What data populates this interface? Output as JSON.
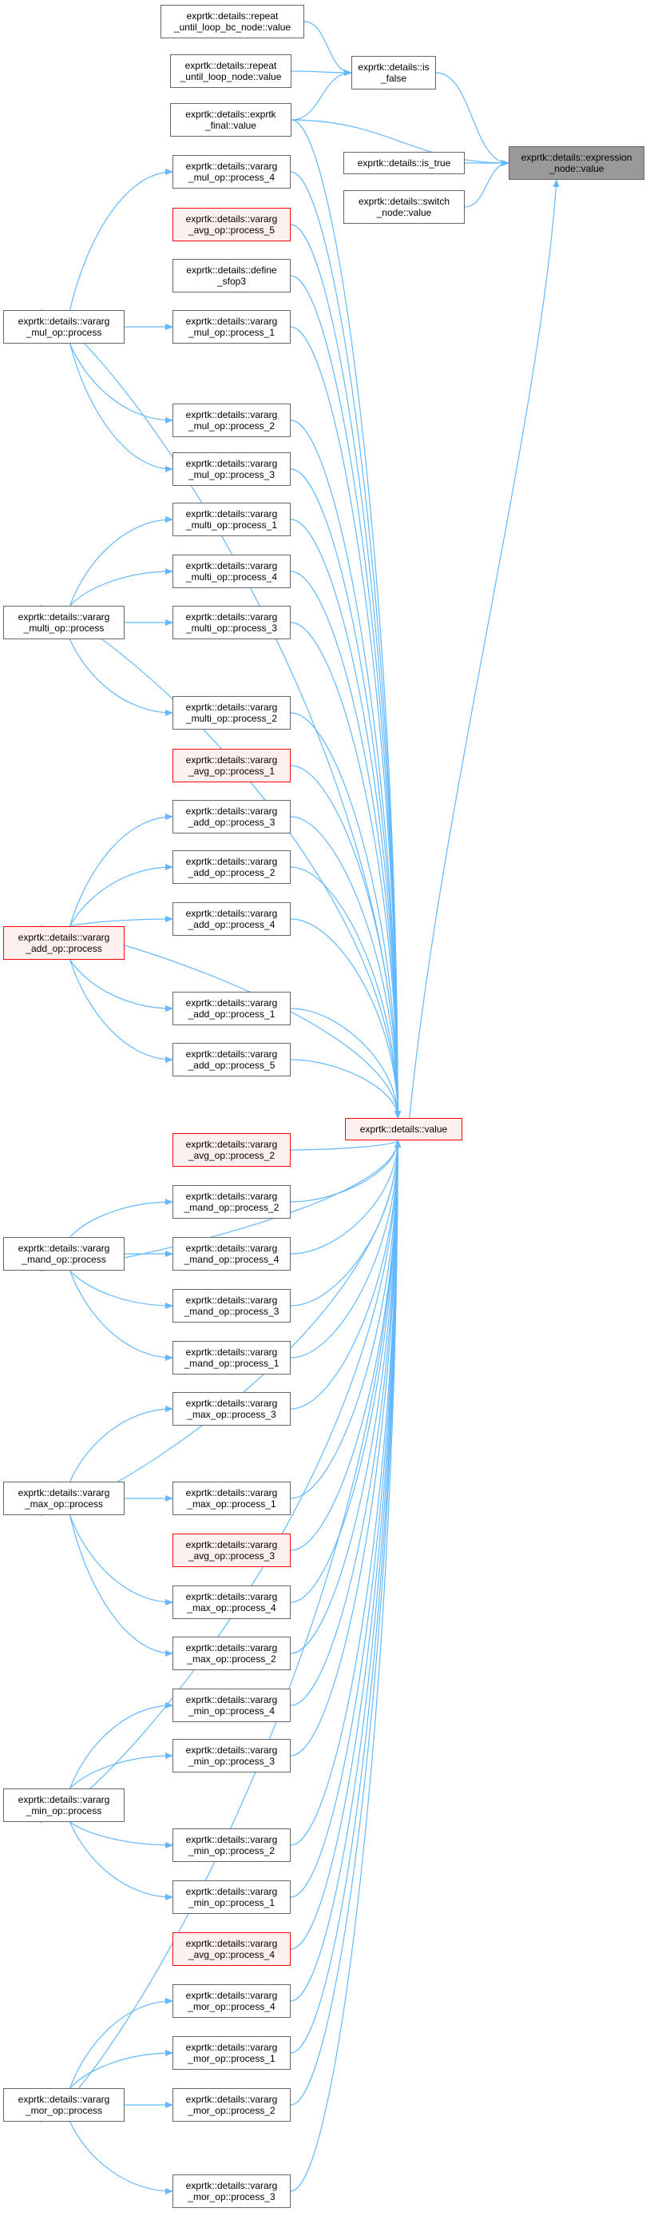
{
  "colors": {
    "edge": "#63b8ff",
    "node_border": "#666666",
    "red_border": "#ff0000",
    "red_fill": "#fff0f0",
    "root_fill": "#999999"
  },
  "nodes": {
    "root": {
      "l1": "exprtk::details::expression",
      "l2": "_node::value"
    },
    "is_false": {
      "l1": "exprtk::details::is",
      "l2": "_false"
    },
    "is_true": {
      "l1": "exprtk::details::is_true",
      "l2": ""
    },
    "switch_node": {
      "l1": "exprtk::details::switch",
      "l2": "_node::value"
    },
    "repeat_bc": {
      "l1": "exprtk::details::repeat",
      "l2": "_until_loop_bc_node::value"
    },
    "repeat_node": {
      "l1": "exprtk::details::repeat",
      "l2": "_until_loop_node::value"
    },
    "exprtk_final": {
      "l1": "exprtk::details::exprtk",
      "l2": "_final::value"
    },
    "value": {
      "l1": "exprtk::details::value",
      "l2": ""
    },
    "mul_p4": {
      "l1": "exprtk::details::vararg",
      "l2": "_mul_op::process_4"
    },
    "avg_p5": {
      "l1": "exprtk::details::vararg",
      "l2": "_avg_op::process_5"
    },
    "define_sfop3": {
      "l1": "exprtk::details::define",
      "l2": "_sfop3"
    },
    "mul_p1": {
      "l1": "exprtk::details::vararg",
      "l2": "_mul_op::process_1"
    },
    "mul_p2": {
      "l1": "exprtk::details::vararg",
      "l2": "_mul_op::process_2"
    },
    "mul_p3": {
      "l1": "exprtk::details::vararg",
      "l2": "_mul_op::process_3"
    },
    "mul_process": {
      "l1": "exprtk::details::vararg",
      "l2": "_mul_op::process"
    },
    "multi_p1": {
      "l1": "exprtk::details::vararg",
      "l2": "_multi_op::process_1"
    },
    "multi_p4": {
      "l1": "exprtk::details::vararg",
      "l2": "_multi_op::process_4"
    },
    "multi_p3": {
      "l1": "exprtk::details::vararg",
      "l2": "_multi_op::process_3"
    },
    "multi_p2": {
      "l1": "exprtk::details::vararg",
      "l2": "_multi_op::process_2"
    },
    "multi_process": {
      "l1": "exprtk::details::vararg",
      "l2": "_multi_op::process"
    },
    "avg_p1": {
      "l1": "exprtk::details::vararg",
      "l2": "_avg_op::process_1"
    },
    "add_p3": {
      "l1": "exprtk::details::vararg",
      "l2": "_add_op::process_3"
    },
    "add_p2": {
      "l1": "exprtk::details::vararg",
      "l2": "_add_op::process_2"
    },
    "add_p4": {
      "l1": "exprtk::details::vararg",
      "l2": "_add_op::process_4"
    },
    "add_p1": {
      "l1": "exprtk::details::vararg",
      "l2": "_add_op::process_1"
    },
    "add_p5": {
      "l1": "exprtk::details::vararg",
      "l2": "_add_op::process_5"
    },
    "add_process": {
      "l1": "exprtk::details::vararg",
      "l2": "_add_op::process"
    },
    "avg_p2": {
      "l1": "exprtk::details::vararg",
      "l2": "_avg_op::process_2"
    },
    "mand_p2": {
      "l1": "exprtk::details::vararg",
      "l2": "_mand_op::process_2"
    },
    "mand_p4": {
      "l1": "exprtk::details::vararg",
      "l2": "_mand_op::process_4"
    },
    "mand_p3": {
      "l1": "exprtk::details::vararg",
      "l2": "_mand_op::process_3"
    },
    "mand_p1": {
      "l1": "exprtk::details::vararg",
      "l2": "_mand_op::process_1"
    },
    "mand_process": {
      "l1": "exprtk::details::vararg",
      "l2": "_mand_op::process"
    },
    "max_p3": {
      "l1": "exprtk::details::vararg",
      "l2": "_max_op::process_3"
    },
    "max_p1": {
      "l1": "exprtk::details::vararg",
      "l2": "_max_op::process_1"
    },
    "avg_p3": {
      "l1": "exprtk::details::vararg",
      "l2": "_avg_op::process_3"
    },
    "max_p4": {
      "l1": "exprtk::details::vararg",
      "l2": "_max_op::process_4"
    },
    "max_p2": {
      "l1": "exprtk::details::vararg",
      "l2": "_max_op::process_2"
    },
    "max_process": {
      "l1": "exprtk::details::vararg",
      "l2": "_max_op::process"
    },
    "min_p4": {
      "l1": "exprtk::details::vararg",
      "l2": "_min_op::process_4"
    },
    "min_p3": {
      "l1": "exprtk::details::vararg",
      "l2": "_min_op::process_3"
    },
    "min_p2": {
      "l1": "exprtk::details::vararg",
      "l2": "_min_op::process_2"
    },
    "min_p1": {
      "l1": "exprtk::details::vararg",
      "l2": "_min_op::process_1"
    },
    "min_process": {
      "l1": "exprtk::details::vararg",
      "l2": "_min_op::process"
    },
    "avg_p4": {
      "l1": "exprtk::details::vararg",
      "l2": "_avg_op::process_4"
    },
    "mor_p4": {
      "l1": "exprtk::details::vararg",
      "l2": "_mor_op::process_4"
    },
    "mor_p1": {
      "l1": "exprtk::details::vararg",
      "l2": "_mor_op::process_1"
    },
    "mor_p2": {
      "l1": "exprtk::details::vararg",
      "l2": "_mor_op::process_2"
    },
    "mor_p3": {
      "l1": "exprtk::details::vararg",
      "l2": "_mor_op::process_3"
    },
    "mor_process": {
      "l1": "exprtk::details::vararg",
      "l2": "_mor_op::process"
    }
  }
}
